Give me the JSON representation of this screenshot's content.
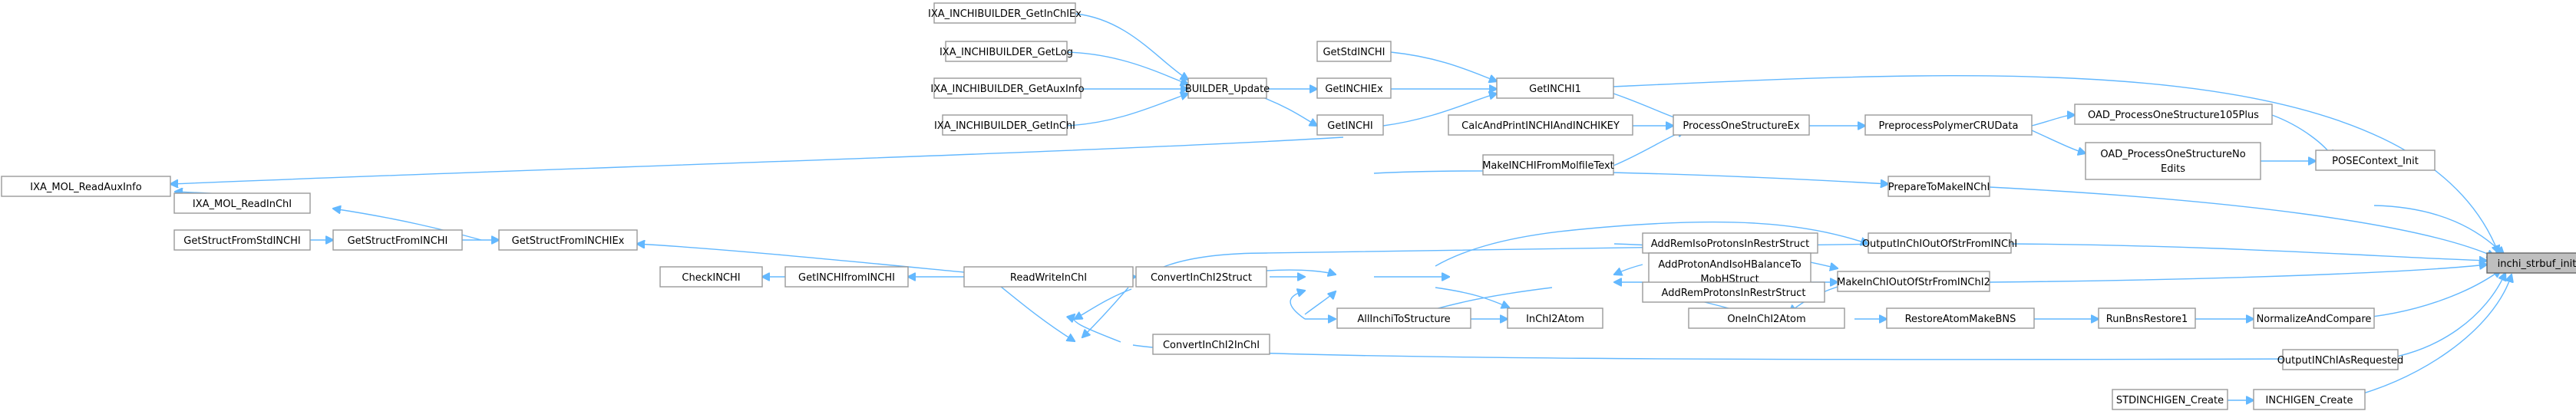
{
  "theme": {
    "edge_color": "#63b8ff",
    "node_border": "#999999",
    "root_fill": "#bfbfbf"
  },
  "nodes": [
    {
      "id": "n0",
      "label": "inchi_strbuf_init",
      "root": true
    },
    {
      "id": "n1",
      "label": "IXA_INCHIBUILDER_GetInChIEx"
    },
    {
      "id": "n2",
      "label": "IXA_INCHIBUILDER_GetLog"
    },
    {
      "id": "n3",
      "label": "IXA_INCHIBUILDER_GetAuxInfo"
    },
    {
      "id": "n4",
      "label": "IXA_INCHIBUILDER_GetInChI"
    },
    {
      "id": "n5",
      "label": "BUILDER_Update"
    },
    {
      "id": "n6",
      "label": "GetStdINCHI"
    },
    {
      "id": "n7",
      "label": "GetINCHIEx"
    },
    {
      "id": "n8",
      "label": "GetINCHI"
    },
    {
      "id": "n9",
      "label": "GetINCHI1"
    },
    {
      "id": "n10",
      "label": "CalcAndPrintINCHIAndINCHIKEY"
    },
    {
      "id": "n11",
      "label": "MakeINCHIFromMolfileText"
    },
    {
      "id": "n12",
      "label": "ProcessOneStructureEx"
    },
    {
      "id": "n13",
      "label": "PreprocessPolymerCRUData"
    },
    {
      "id": "n14",
      "label": "OAD_ProcessOneStructure105Plus"
    },
    {
      "id": "n15",
      "label": "OAD_ProcessOneStructureNo",
      "label2": "Edits"
    },
    {
      "id": "n16",
      "label": "POSEContext_Init"
    },
    {
      "id": "n17",
      "label": "PrepareToMakeINChI"
    },
    {
      "id": "n18",
      "label": "IXA_MOL_ReadAuxInfo"
    },
    {
      "id": "n19",
      "label": "IXA_MOL_ReadInChI"
    },
    {
      "id": "n20",
      "label": "GetStructFromStdINCHI"
    },
    {
      "id": "n21",
      "label": "GetStructFromINCHI"
    },
    {
      "id": "n22",
      "label": "GetStructFromINCHIEx"
    },
    {
      "id": "n23",
      "label": "CheckINCHI"
    },
    {
      "id": "n24",
      "label": "GetINCHIfromINCHI"
    },
    {
      "id": "n25",
      "label": "ReadWriteInChI"
    },
    {
      "id": "n26",
      "label": "ConvertInChI2Struct"
    },
    {
      "id": "n27",
      "label": "ConvertInChI2InChI"
    },
    {
      "id": "n28",
      "label": "OutputInChIOutOfStrFromINChI"
    },
    {
      "id": "n29",
      "label": "AddRemIsoProtonsInRestrStruct"
    },
    {
      "id": "n30",
      "label": "AddProtonAndIsoHBalanceTo",
      "label2": "MobHStruct"
    },
    {
      "id": "n31",
      "label": "AddRemProtonsInRestrStruct"
    },
    {
      "id": "n32",
      "label": "MakeInChIOutOfStrFromINChI2"
    },
    {
      "id": "n33",
      "label": "AllInchiToStructure"
    },
    {
      "id": "n34",
      "label": "InChI2Atom"
    },
    {
      "id": "n35",
      "label": "OneInChI2Atom"
    },
    {
      "id": "n36",
      "label": "RestoreAtomMakeBNS"
    },
    {
      "id": "n37",
      "label": "RunBnsRestore1"
    },
    {
      "id": "n38",
      "label": "NormalizeAndCompare"
    },
    {
      "id": "n39",
      "label": "OutputINChIAsRequested"
    },
    {
      "id": "n40",
      "label": "STDINCHIGEN_Create"
    },
    {
      "id": "n41",
      "label": "INCHIGEN_Create"
    }
  ]
}
